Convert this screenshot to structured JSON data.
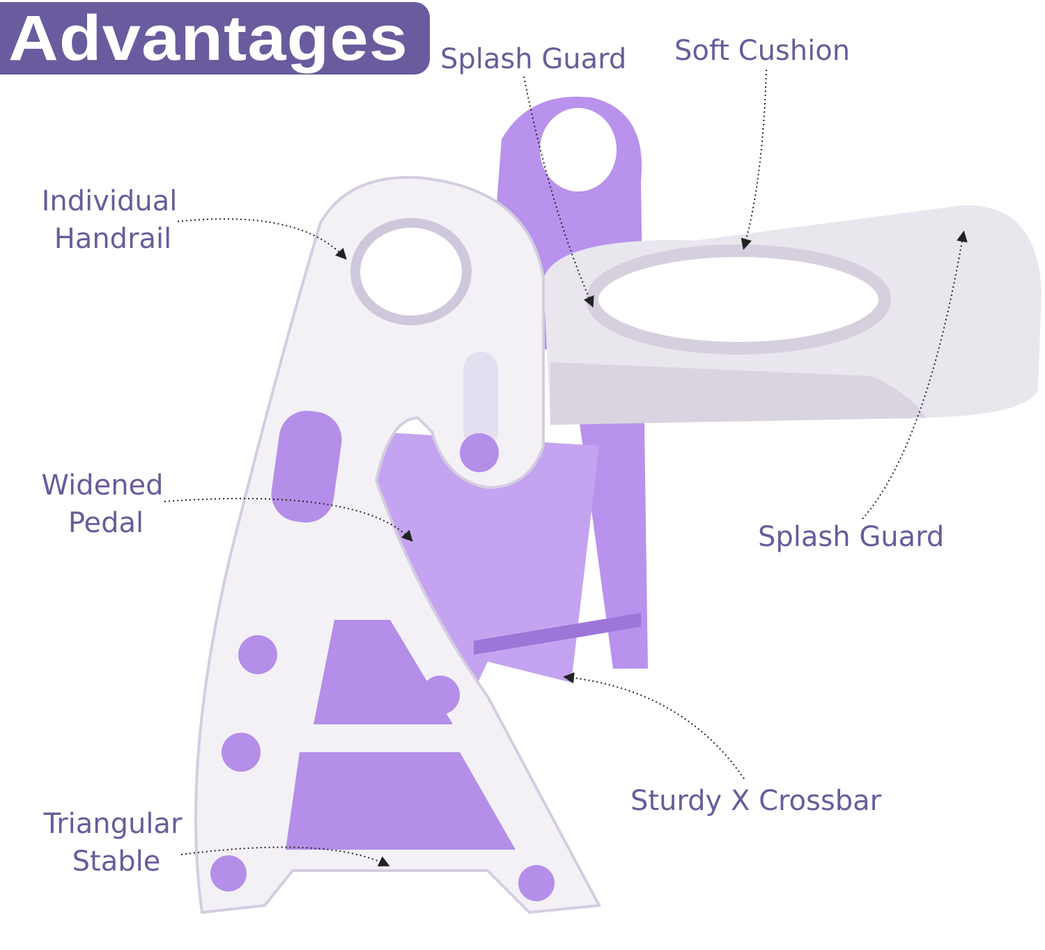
{
  "title": "Advantages",
  "labels": {
    "splash_guard_top": "Splash Guard",
    "soft_cushion": "Soft Cushion",
    "handrail_1": "Individual",
    "handrail_2": "Handrail",
    "pedal_1": "Widened",
    "pedal_2": "Pedal",
    "splash_guard_right": "Splash Guard",
    "crossbar": "Sturdy X Crossbar",
    "triangular_1": "Triangular",
    "triangular_2": "Stable"
  },
  "colors": {
    "brand": "#6a5b9e",
    "purple": "#b48ee8",
    "white": "#f4f2f7"
  }
}
